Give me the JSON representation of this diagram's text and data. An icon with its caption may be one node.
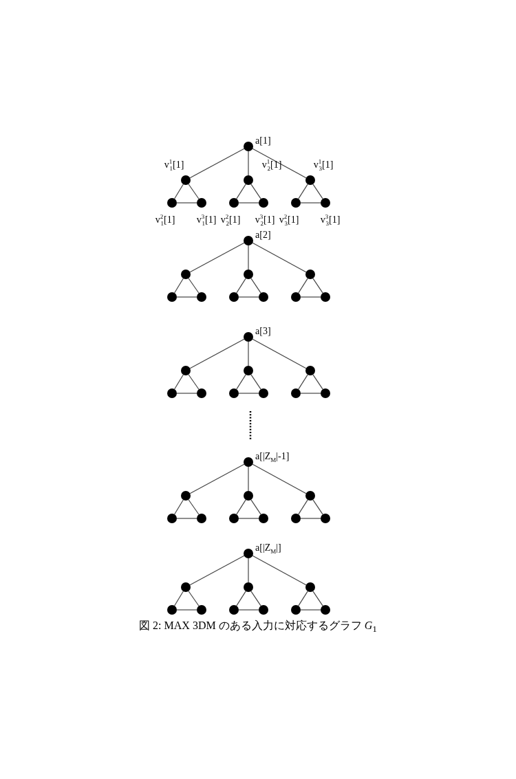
{
  "diagram": {
    "caption": "図 2: MAX 3DM のある入力に対応するグラフ *G*$_{1}$",
    "nodes": [
      {
        "text": [],
        "shape": "circle",
        "beside": [
          "a[1]"
        ]
      },
      {
        "text": [],
        "shape": "circle",
        "beside": [
          "v$^{1}$$_{1}$[1]"
        ]
      },
      {
        "text": [],
        "shape": "circle",
        "beside": [
          "v$^{2}$$_{1}$[1]"
        ]
      },
      {
        "text": [],
        "shape": "circle",
        "beside": [
          "v$^{3}$$_{1}$[1]"
        ]
      },
      {
        "text": [],
        "shape": "circle",
        "beside": [
          "v$^{1}$$_{2}$[1]"
        ]
      },
      {
        "text": [],
        "shape": "circle",
        "beside": [
          "v$^{2}$$_{2}$[1]"
        ]
      },
      {
        "text": [],
        "shape": "circle",
        "beside": [
          "v$^{3}$$_{2}$[1]"
        ]
      },
      {
        "text": [],
        "shape": "circle",
        "beside": [
          "v$^{1}$$_{3}$[1]"
        ]
      },
      {
        "text": [],
        "shape": "circle",
        "beside": [
          "v$^{2}$$_{3}$[1]"
        ]
      },
      {
        "text": [],
        "shape": "circle",
        "beside": [
          "v$^{3}$$_{3}$[1]"
        ]
      },
      {
        "text": [],
        "shape": "circle",
        "beside": [
          "a[2]"
        ]
      },
      {
        "text": [],
        "shape": "circle"
      },
      {
        "text": [],
        "shape": "circle"
      },
      {
        "text": [],
        "shape": "circle"
      },
      {
        "text": [],
        "shape": "circle"
      },
      {
        "text": [],
        "shape": "circle"
      },
      {
        "text": [],
        "shape": "circle"
      },
      {
        "text": [],
        "shape": "circle"
      },
      {
        "text": [],
        "shape": "circle"
      },
      {
        "text": [],
        "shape": "circle"
      },
      {
        "text": [],
        "shape": "circle",
        "beside": [
          "a[3]"
        ]
      },
      {
        "text": [],
        "shape": "circle"
      },
      {
        "text": [],
        "shape": "circle"
      },
      {
        "text": [],
        "shape": "circle"
      },
      {
        "text": [],
        "shape": "circle"
      },
      {
        "text": [],
        "shape": "circle"
      },
      {
        "text": [],
        "shape": "circle"
      },
      {
        "text": [],
        "shape": "circle"
      },
      {
        "text": [],
        "shape": "circle"
      },
      {
        "text": [],
        "shape": "circle"
      },
      {
        "text": [],
        "shape": "circle",
        "beside": [
          "a[|Z$_{M}$|-1]"
        ]
      },
      {
        "text": [],
        "shape": "circle"
      },
      {
        "text": [],
        "shape": "circle"
      },
      {
        "text": [],
        "shape": "circle"
      },
      {
        "text": [],
        "shape": "circle"
      },
      {
        "text": [],
        "shape": "circle"
      },
      {
        "text": [],
        "shape": "circle"
      },
      {
        "text": [],
        "shape": "circle"
      },
      {
        "text": [],
        "shape": "circle"
      },
      {
        "text": [],
        "shape": "circle"
      },
      {
        "text": [],
        "shape": "circle",
        "beside": [
          "a[|Z$_{M}$|]"
        ]
      },
      {
        "text": [],
        "shape": "circle"
      },
      {
        "text": [],
        "shape": "circle"
      },
      {
        "text": [],
        "shape": "circle"
      },
      {
        "text": [],
        "shape": "circle"
      },
      {
        "text": [],
        "shape": "circle"
      },
      {
        "text": [],
        "shape": "circle"
      },
      {
        "text": [],
        "shape": "circle"
      },
      {
        "text": [],
        "shape": "circle"
      },
      {
        "text": [],
        "shape": "circle"
      }
    ],
    "edges": [
      {
        "from": 0,
        "to": 1,
        "arrow": "none"
      },
      {
        "from": 0,
        "to": 4,
        "arrow": "none"
      },
      {
        "from": 0,
        "to": 7,
        "arrow": "none"
      },
      {
        "from": 1,
        "to": 2,
        "arrow": "none"
      },
      {
        "from": 1,
        "to": 3,
        "arrow": "none"
      },
      {
        "from": 2,
        "to": 3,
        "arrow": "none"
      },
      {
        "from": 4,
        "to": 5,
        "arrow": "none"
      },
      {
        "from": 4,
        "to": 6,
        "arrow": "none"
      },
      {
        "from": 5,
        "to": 6,
        "arrow": "none"
      },
      {
        "from": 7,
        "to": 8,
        "arrow": "none"
      },
      {
        "from": 7,
        "to": 9,
        "arrow": "none"
      },
      {
        "from": 8,
        "to": 9,
        "arrow": "none"
      },
      {
        "from": 10,
        "to": 11,
        "arrow": "none"
      },
      {
        "from": 10,
        "to": 14,
        "arrow": "none"
      },
      {
        "from": 10,
        "to": 17,
        "arrow": "none"
      },
      {
        "from": 11,
        "to": 12,
        "arrow": "none"
      },
      {
        "from": 11,
        "to": 13,
        "arrow": "none"
      },
      {
        "from": 12,
        "to": 13,
        "arrow": "none"
      },
      {
        "from": 14,
        "to": 15,
        "arrow": "none"
      },
      {
        "from": 14,
        "to": 16,
        "arrow": "none"
      },
      {
        "from": 15,
        "to": 16,
        "arrow": "none"
      },
      {
        "from": 17,
        "to": 18,
        "arrow": "none"
      },
      {
        "from": 17,
        "to": 19,
        "arrow": "none"
      },
      {
        "from": 18,
        "to": 19,
        "arrow": "none"
      },
      {
        "from": 20,
        "to": 21,
        "arrow": "none"
      },
      {
        "from": 20,
        "to": 24,
        "arrow": "none"
      },
      {
        "from": 20,
        "to": 27,
        "arrow": "none"
      },
      {
        "from": 21,
        "to": 22,
        "arrow": "none"
      },
      {
        "from": 21,
        "to": 23,
        "arrow": "none"
      },
      {
        "from": 22,
        "to": 23,
        "arrow": "none"
      },
      {
        "from": 24,
        "to": 25,
        "arrow": "none"
      },
      {
        "from": 24,
        "to": 26,
        "arrow": "none"
      },
      {
        "from": 25,
        "to": 26,
        "arrow": "none"
      },
      {
        "from": 27,
        "to": 28,
        "arrow": "none"
      },
      {
        "from": 27,
        "to": 29,
        "arrow": "none"
      },
      {
        "from": 28,
        "to": 29,
        "arrow": "none"
      },
      {
        "from": 30,
        "to": 31,
        "arrow": "none"
      },
      {
        "from": 30,
        "to": 34,
        "arrow": "none"
      },
      {
        "from": 30,
        "to": 37,
        "arrow": "none"
      },
      {
        "from": 31,
        "to": 32,
        "arrow": "none"
      },
      {
        "from": 31,
        "to": 33,
        "arrow": "none"
      },
      {
        "from": 32,
        "to": 33,
        "arrow": "none"
      },
      {
        "from": 34,
        "to": 35,
        "arrow": "none"
      },
      {
        "from": 34,
        "to": 36,
        "arrow": "none"
      },
      {
        "from": 35,
        "to": 36,
        "arrow": "none"
      },
      {
        "from": 37,
        "to": 38,
        "arrow": "none"
      },
      {
        "from": 37,
        "to": 39,
        "arrow": "none"
      },
      {
        "from": 38,
        "to": 39,
        "arrow": "none"
      },
      {
        "from": 40,
        "to": 41,
        "arrow": "none"
      },
      {
        "from": 40,
        "to": 44,
        "arrow": "none"
      },
      {
        "from": 40,
        "to": 47,
        "arrow": "none"
      },
      {
        "from": 41,
        "to": 42,
        "arrow": "none"
      },
      {
        "from": 41,
        "to": 43,
        "arrow": "none"
      },
      {
        "from": 42,
        "to": 43,
        "arrow": "none"
      },
      {
        "from": 44,
        "to": 45,
        "arrow": "none"
      },
      {
        "from": 44,
        "to": 46,
        "arrow": "none"
      },
      {
        "from": 45,
        "to": 46,
        "arrow": "none"
      },
      {
        "from": 47,
        "to": 48,
        "arrow": "none"
      },
      {
        "from": 47,
        "to": 49,
        "arrow": "none"
      },
      {
        "from": 48,
        "to": 49,
        "arrow": "none"
      }
    ]
  }
}
